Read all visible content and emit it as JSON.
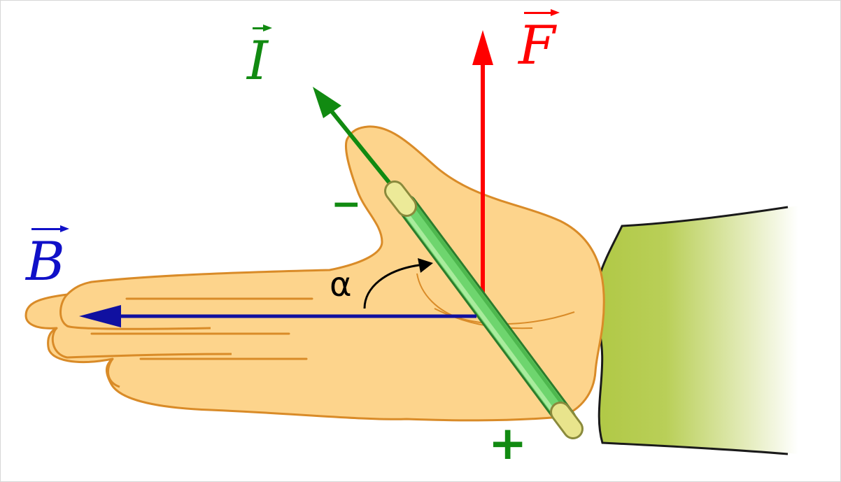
{
  "labels": {
    "current": "I",
    "force": "F",
    "field": "B",
    "minus": "−",
    "plus": "+",
    "angle": "α"
  },
  "colors": {
    "current": "#118a11",
    "force": "#ff0000",
    "field": "#1010c8",
    "hand_fill": "#fdd48c",
    "hand_stroke": "#d98b28",
    "sleeve": "#b5cc4a",
    "conductor": "#6ed56e",
    "conductor_tip": "#e8e48c"
  }
}
